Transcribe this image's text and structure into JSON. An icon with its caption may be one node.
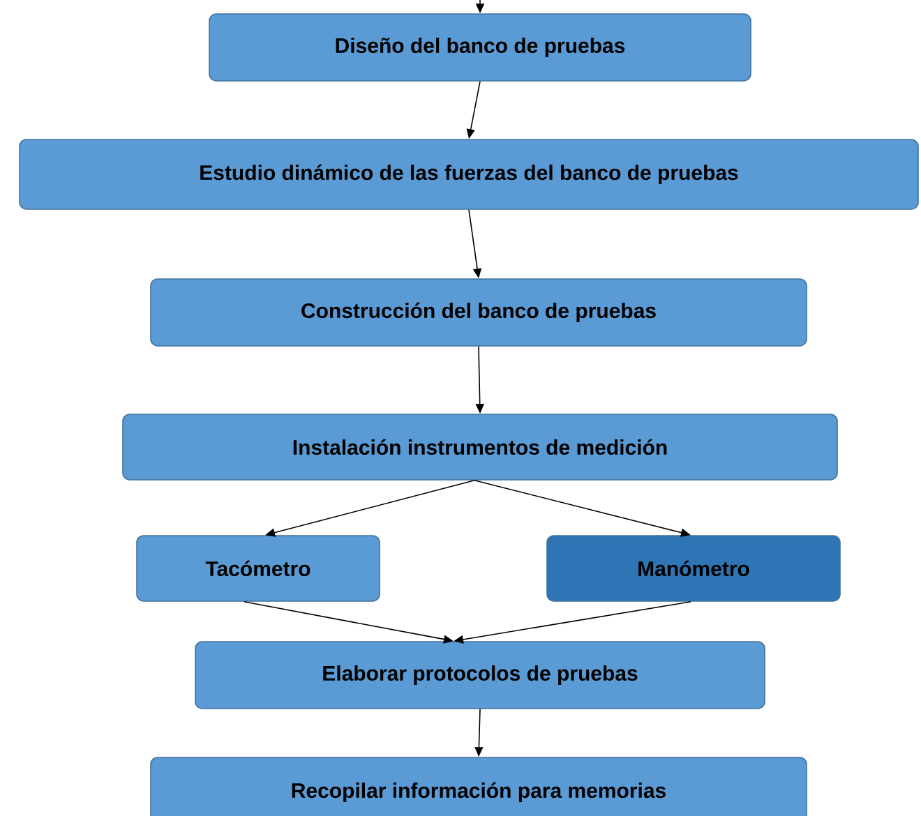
{
  "diagram": {
    "nodes": [
      {
        "text": [
          "Diseño del banco de pruebas"
        ]
      },
      {
        "text": [
          "Estudio dinámico de las fuerzas del banco de pruebas"
        ]
      },
      {
        "text": [
          "Construcción del banco de pruebas"
        ]
      },
      {
        "text": [
          "Instalación instrumentos de medición"
        ]
      },
      {
        "text": [
          "Tacómetro"
        ]
      },
      {
        "text": [
          "Manómetro"
        ]
      },
      {
        "text": [
          "Elaborar protocolos de pruebas"
        ]
      },
      {
        "text": [
          "Recopilar información para memorias"
        ]
      }
    ],
    "edges": [
      {
        "from": null,
        "to": 0,
        "arrow": "to"
      },
      {
        "from": 0,
        "to": 1,
        "arrow": "to"
      },
      {
        "from": 1,
        "to": 2,
        "arrow": "to"
      },
      {
        "from": 2,
        "to": 3,
        "arrow": "to"
      },
      {
        "from": 3,
        "to": 4,
        "arrow": "to"
      },
      {
        "from": 3,
        "to": 5,
        "arrow": "to"
      },
      {
        "from": 4,
        "to": 6,
        "arrow": "to"
      },
      {
        "from": 5,
        "to": 6,
        "arrow": "to"
      },
      {
        "from": 6,
        "to": 7,
        "arrow": "to"
      }
    ]
  }
}
